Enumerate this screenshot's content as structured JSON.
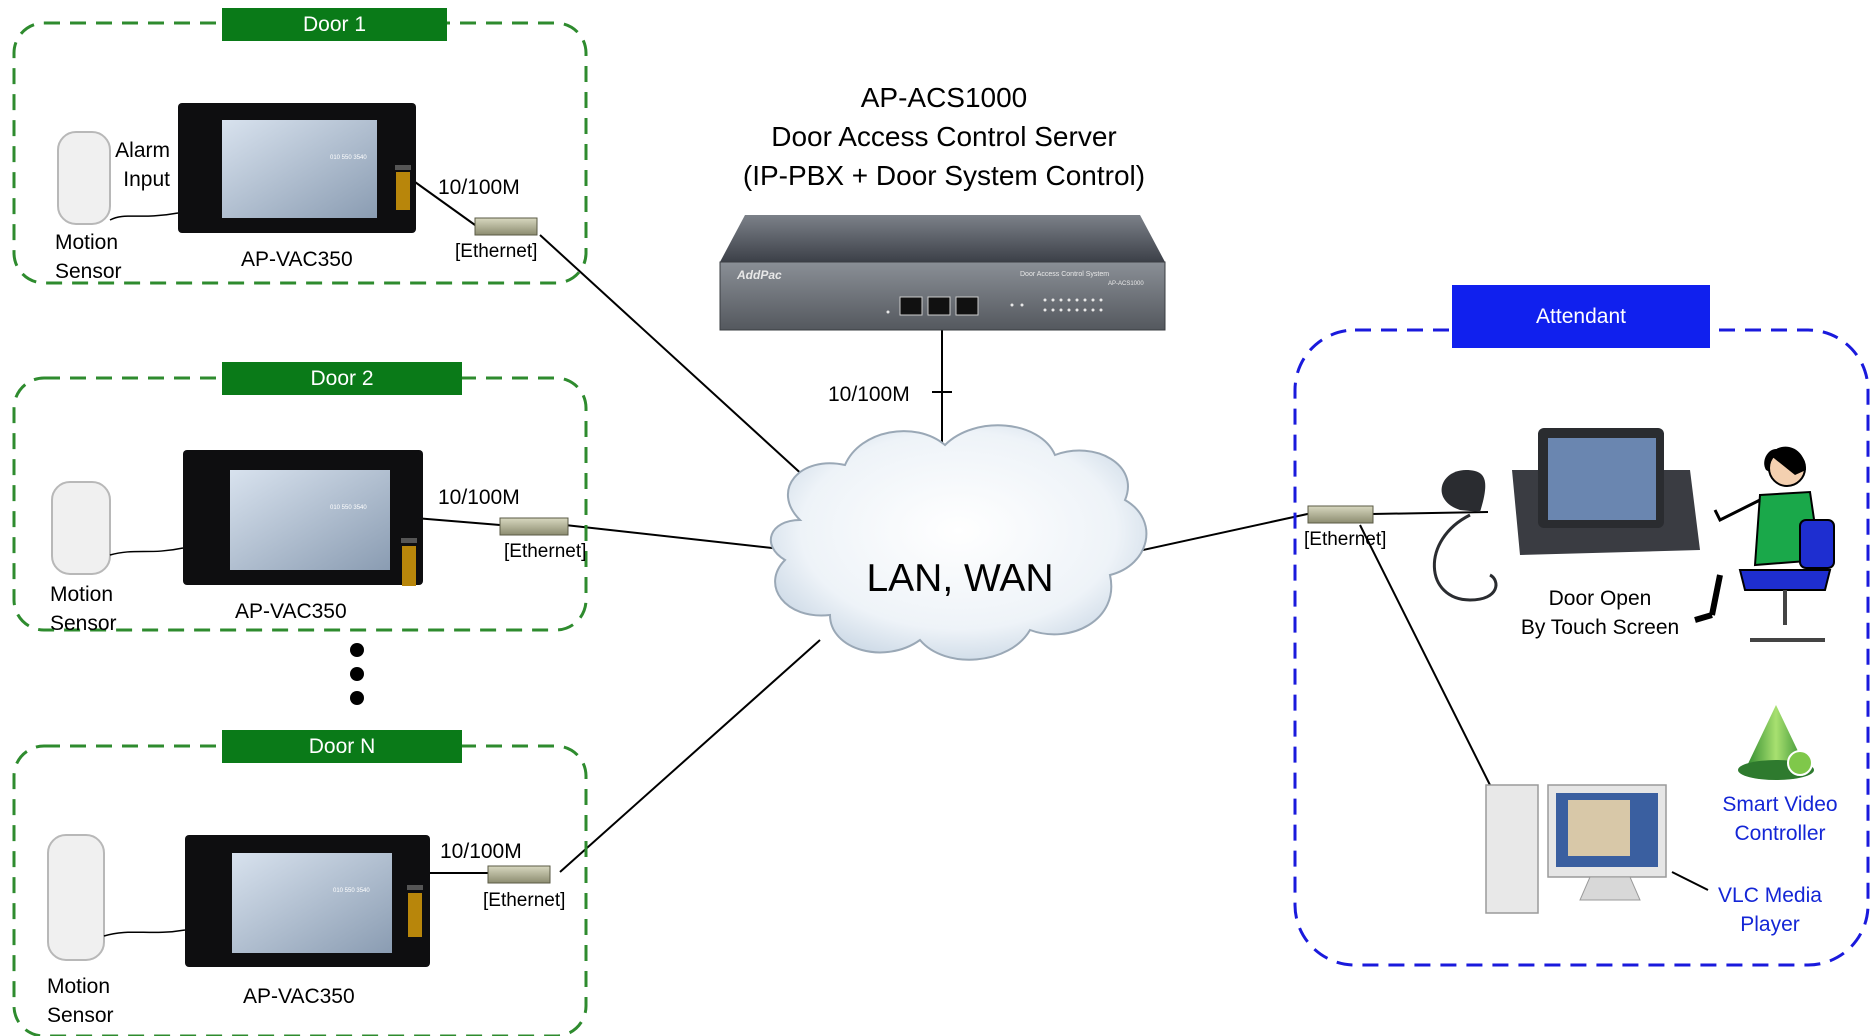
{
  "server": {
    "model": "AP-ACS1000",
    "title": "Door Access Control Server",
    "subtitle": "(IP-PBX + Door System Control)",
    "brand": "AddPac",
    "panel_text": "Door Access Control System",
    "panel_model": "AP-ACS1000",
    "link_speed": "10/100M"
  },
  "network": {
    "label": "LAN, WAN"
  },
  "doors": [
    {
      "title": "Door 1",
      "device": "AP-VAC350",
      "sensor_line1": "Motion",
      "sensor_line2": "Sensor",
      "alarm_line1": "Alarm",
      "alarm_line2": "Input",
      "link_speed": "10/100M",
      "switch_label": "[Ethernet]",
      "screen_number": "010 550 3540"
    },
    {
      "title": "Door 2",
      "device": "AP-VAC350",
      "sensor_line1": "Motion",
      "sensor_line2": "Sensor",
      "link_speed": "10/100M",
      "switch_label": "[Ethernet]",
      "screen_number": "010 550 3540"
    },
    {
      "title": "Door N",
      "device": "AP-VAC350",
      "sensor_line1": "Motion",
      "sensor_line2": "Sensor",
      "link_speed": "10/100M",
      "switch_label": "[Ethernet]",
      "screen_number": "010 550 3540"
    }
  ],
  "attendant": {
    "title": "Attendant",
    "switch_label": "[Ethernet]",
    "phone_line1": "Door Open",
    "phone_line2": "By Touch Screen",
    "app1_line1": "Smart Video",
    "app1_line2": "Controller",
    "app2_line1": "VLC Media",
    "app2_line2": "Player"
  },
  "colors": {
    "door_group": "#2e8b2e",
    "door_banner": "#0a7a18",
    "attendant_group": "#1a1adc",
    "attendant_banner": "#1020ee"
  }
}
